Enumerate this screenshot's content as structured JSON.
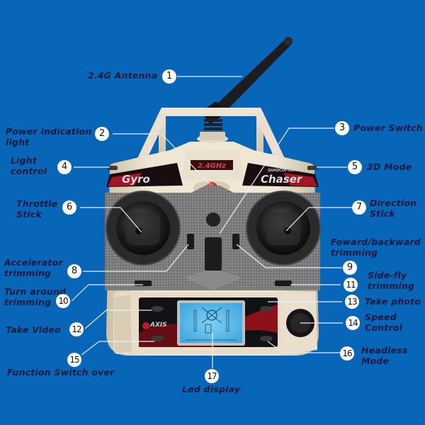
{
  "diagram": {
    "subject": "2.4GHz quadcopter remote controller",
    "background_color": "#0766b8",
    "label_color": "#0c1a40",
    "controller_brand": {
      "left_badge": "Gyro",
      "right_badge": "Chaser",
      "right_badge_sub": "QUADCOPTER",
      "frequency_plate": "2.4GHz",
      "logo": "AXIS"
    },
    "callouts": [
      {
        "number": "1",
        "label": "2.4G Antenna"
      },
      {
        "number": "2",
        "label": "Power indication",
        "label_line2": "light"
      },
      {
        "number": "3",
        "label": "Power Switch"
      },
      {
        "number": "4",
        "label": "Light",
        "label_line2": "control"
      },
      {
        "number": "5",
        "label": "3D Mode"
      },
      {
        "number": "6",
        "label": "Throttle",
        "label_line2": "Stick"
      },
      {
        "number": "7",
        "label": "Direction",
        "label_line2": "Stick"
      },
      {
        "number": "8",
        "label": "Accelerator",
        "label_line2": "trimming"
      },
      {
        "number": "9",
        "label": "Foward/backward",
        "label_line2": "trimming"
      },
      {
        "number": "10",
        "label": "Turn around",
        "label_line2": "trimming"
      },
      {
        "number": "11",
        "label": "Side-fly",
        "label_line2": "trimming"
      },
      {
        "number": "12",
        "label": "Take Video"
      },
      {
        "number": "13",
        "label": "Take photo"
      },
      {
        "number": "14",
        "label": "Speed",
        "label_line2": "Control"
      },
      {
        "number": "15",
        "label": "Function Switch over"
      },
      {
        "number": "16",
        "label": "Headless",
        "label_line2": "Mode"
      },
      {
        "number": "17",
        "label": "Led display"
      }
    ]
  }
}
